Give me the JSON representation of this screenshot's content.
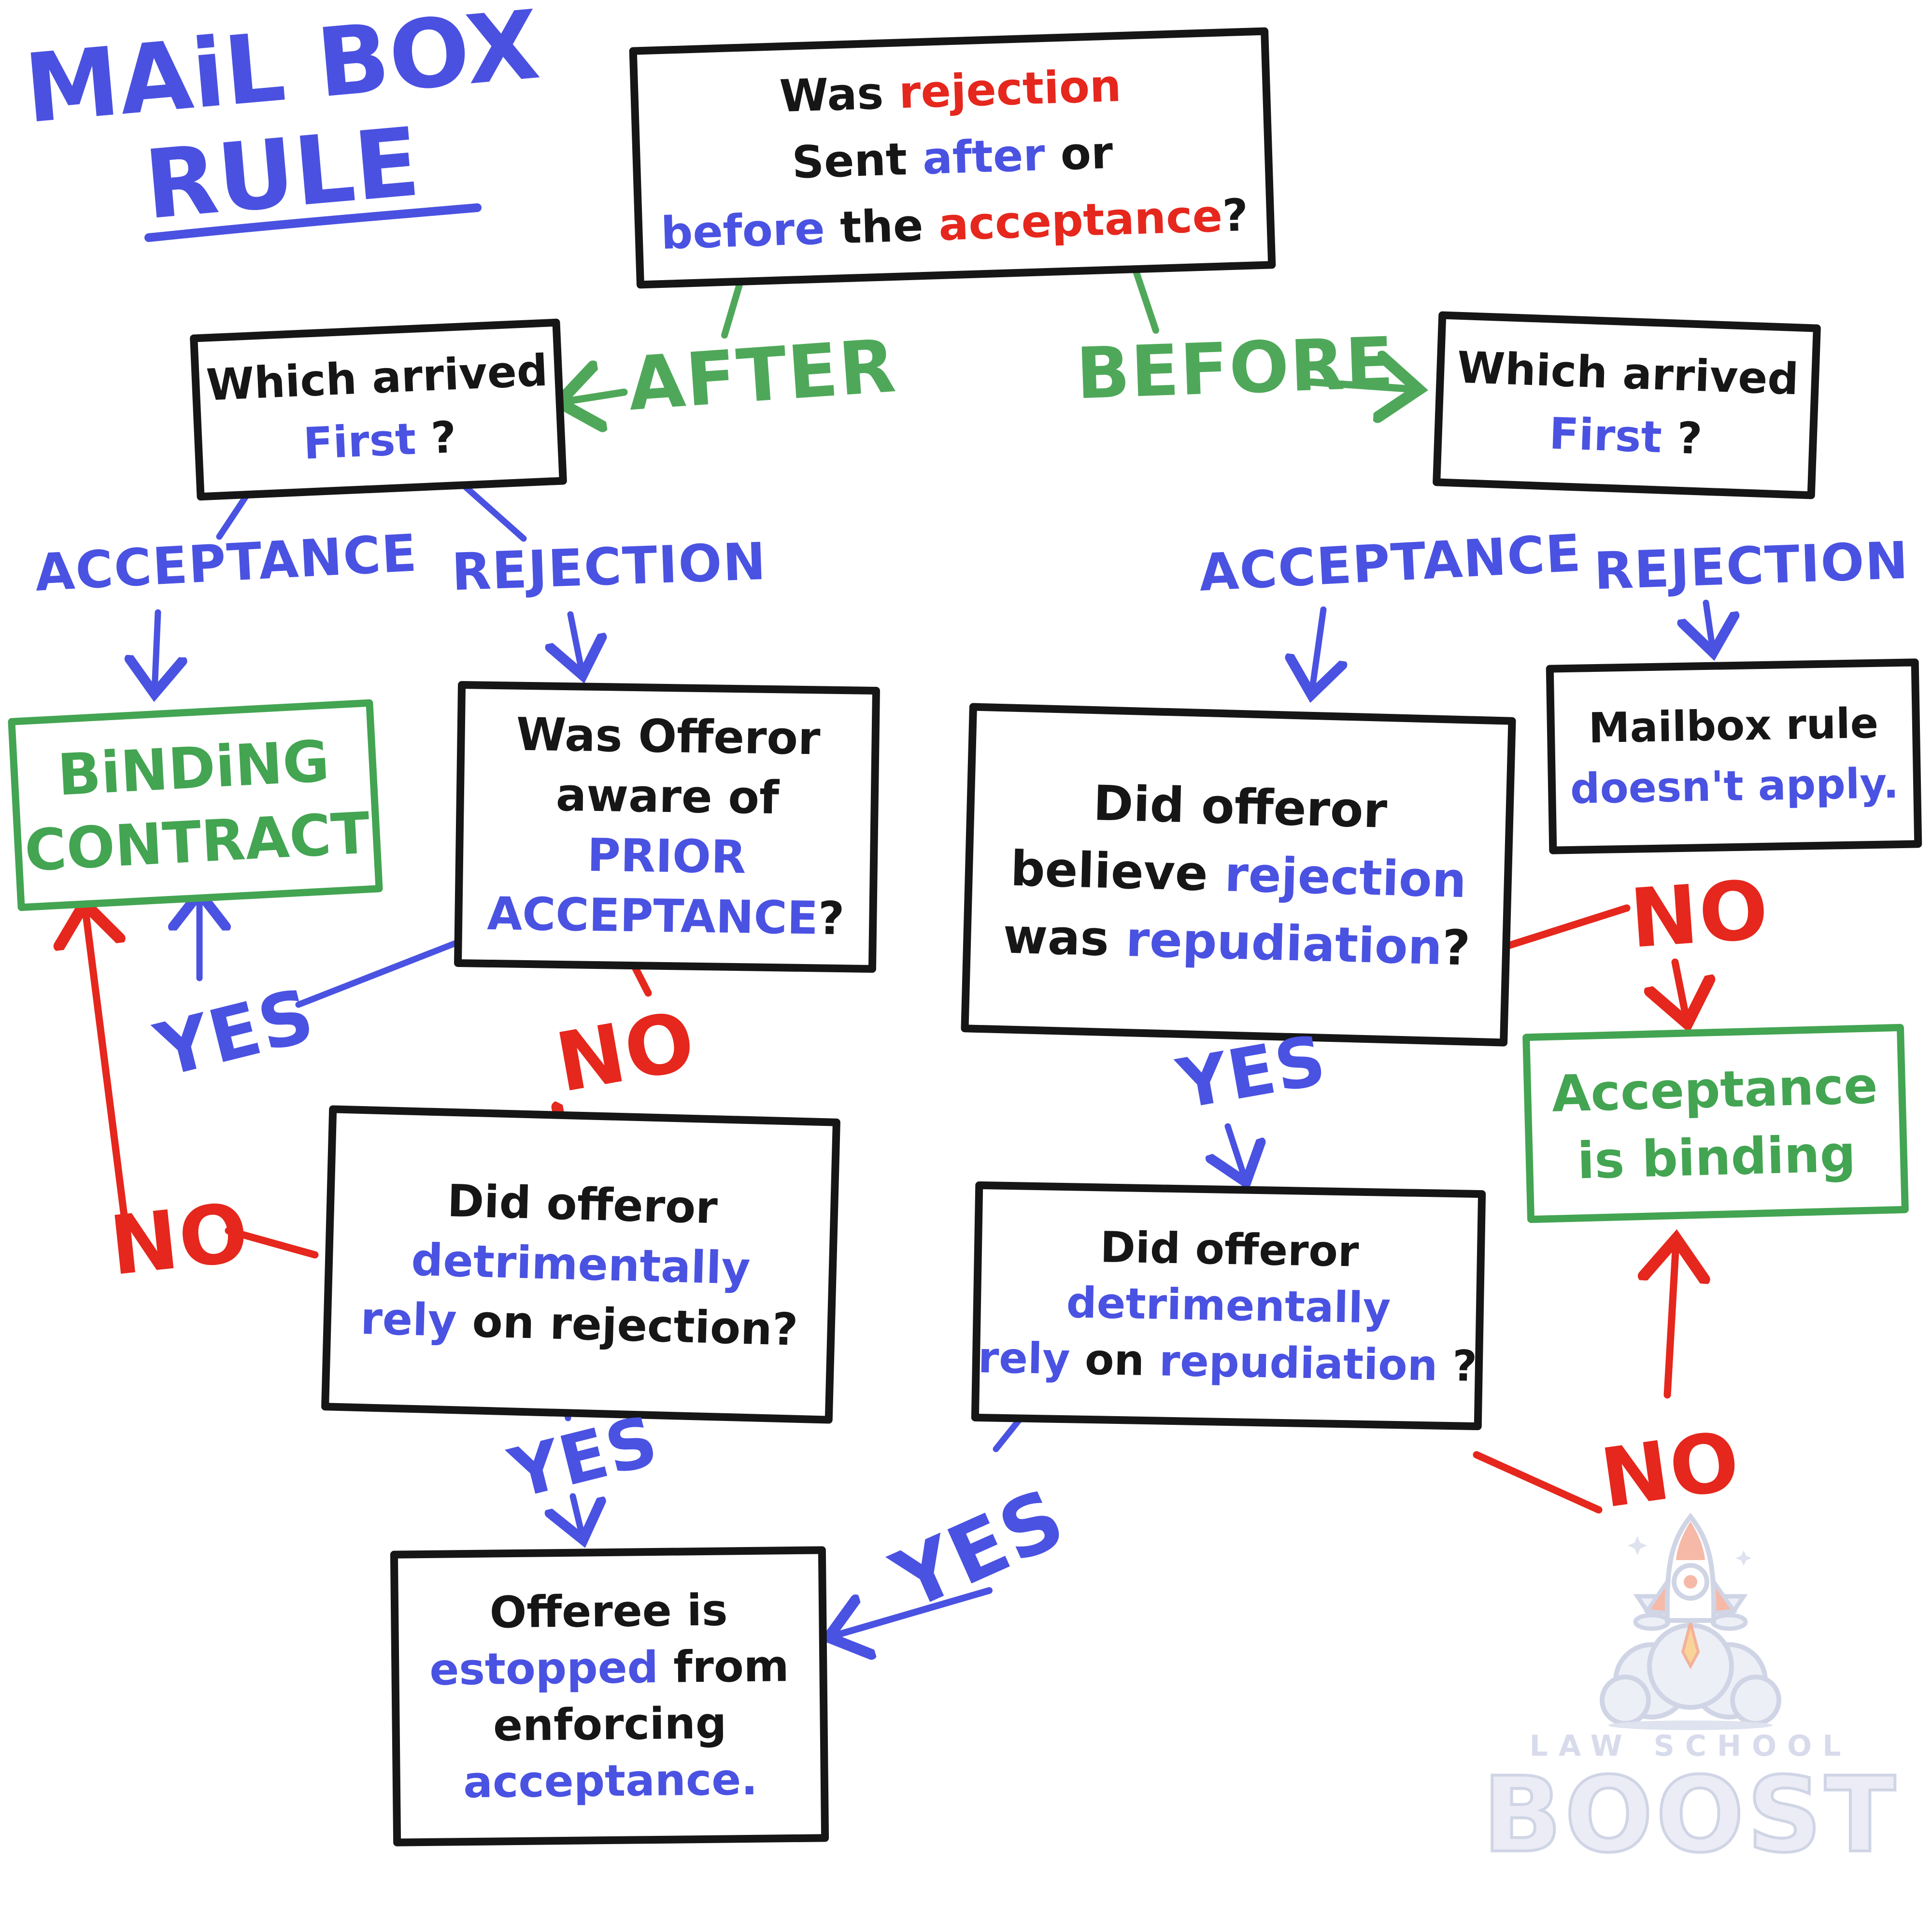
{
  "colors": {
    "blue": "#4a52e2",
    "red": "#e5271d",
    "green_arrow": "#4fa85a",
    "green_box": "#43a452",
    "black": "#161616",
    "watermark": "#d4d8e9",
    "watermark_peach": "#f6b29e"
  },
  "title": {
    "l1": "MAiL BOX",
    "l2": "RULE"
  },
  "decision_labels": {
    "after": "AFTER",
    "before": "BEFORE"
  },
  "branch_labels": {
    "left_acceptance": "ACCEPTANCE",
    "left_rejection": "REJECTION",
    "right_acceptance": "ACCEPTANCE",
    "right_rejection": "REJECTION"
  },
  "yes_no": {
    "yes_to_binding": "YES",
    "no_from_aware": "NO",
    "no_to_binding": "NO",
    "yes_rely_rejection": "YES",
    "yes_big": "YES",
    "yes_believe": "YES",
    "no_believe": "NO",
    "no_rely_repudiation": "NO"
  },
  "nodes": {
    "root": {
      "w1": "Was",
      "w2": "rejection",
      "w3": "Sent",
      "w4": "after",
      "w5": "or",
      "w6": "before",
      "w7": "the",
      "w8": "acceptance",
      "w9": "?"
    },
    "which_left": {
      "w1": "Which arrived",
      "w2": "First",
      "w3": "?"
    },
    "which_right": {
      "w1": "Which arrived",
      "w2": "First",
      "w3": "?"
    },
    "binding": {
      "w1": "BiNDiNG",
      "w2": "CONTRACT"
    },
    "aware": {
      "w1": "Was Offeror",
      "w2": "aware of",
      "w3": "PRIOR",
      "w4": "ACCEPTANCE",
      "w5": "?"
    },
    "rely_rejection": {
      "w1": "Did offeror",
      "w2": "detrimentally",
      "w3": "rely",
      "w4": "on rejection?"
    },
    "estopped": {
      "w1": "Offeree is",
      "w2": "estopped",
      "w3": "from",
      "w4": "enforcing",
      "w5": "acceptance."
    },
    "believe": {
      "w1": "Did offeror",
      "w2": "believe",
      "w3": "rejection",
      "w4": "was",
      "w5": "repudiation",
      "w6": "?"
    },
    "mailbox_na": {
      "w1": "Mailbox rule",
      "w2": "doesn't apply."
    },
    "accept_binding": {
      "w1": "Acceptance",
      "w2": "is binding"
    },
    "rely_repudiation": {
      "w1": "Did offeror",
      "w2": "detrimentally",
      "w3": "rely",
      "w4": "on",
      "w5": "repudiation",
      "w6": "?"
    }
  },
  "watermark": {
    "line1": "LAW SCHOOL",
    "line2": "BOOST"
  }
}
